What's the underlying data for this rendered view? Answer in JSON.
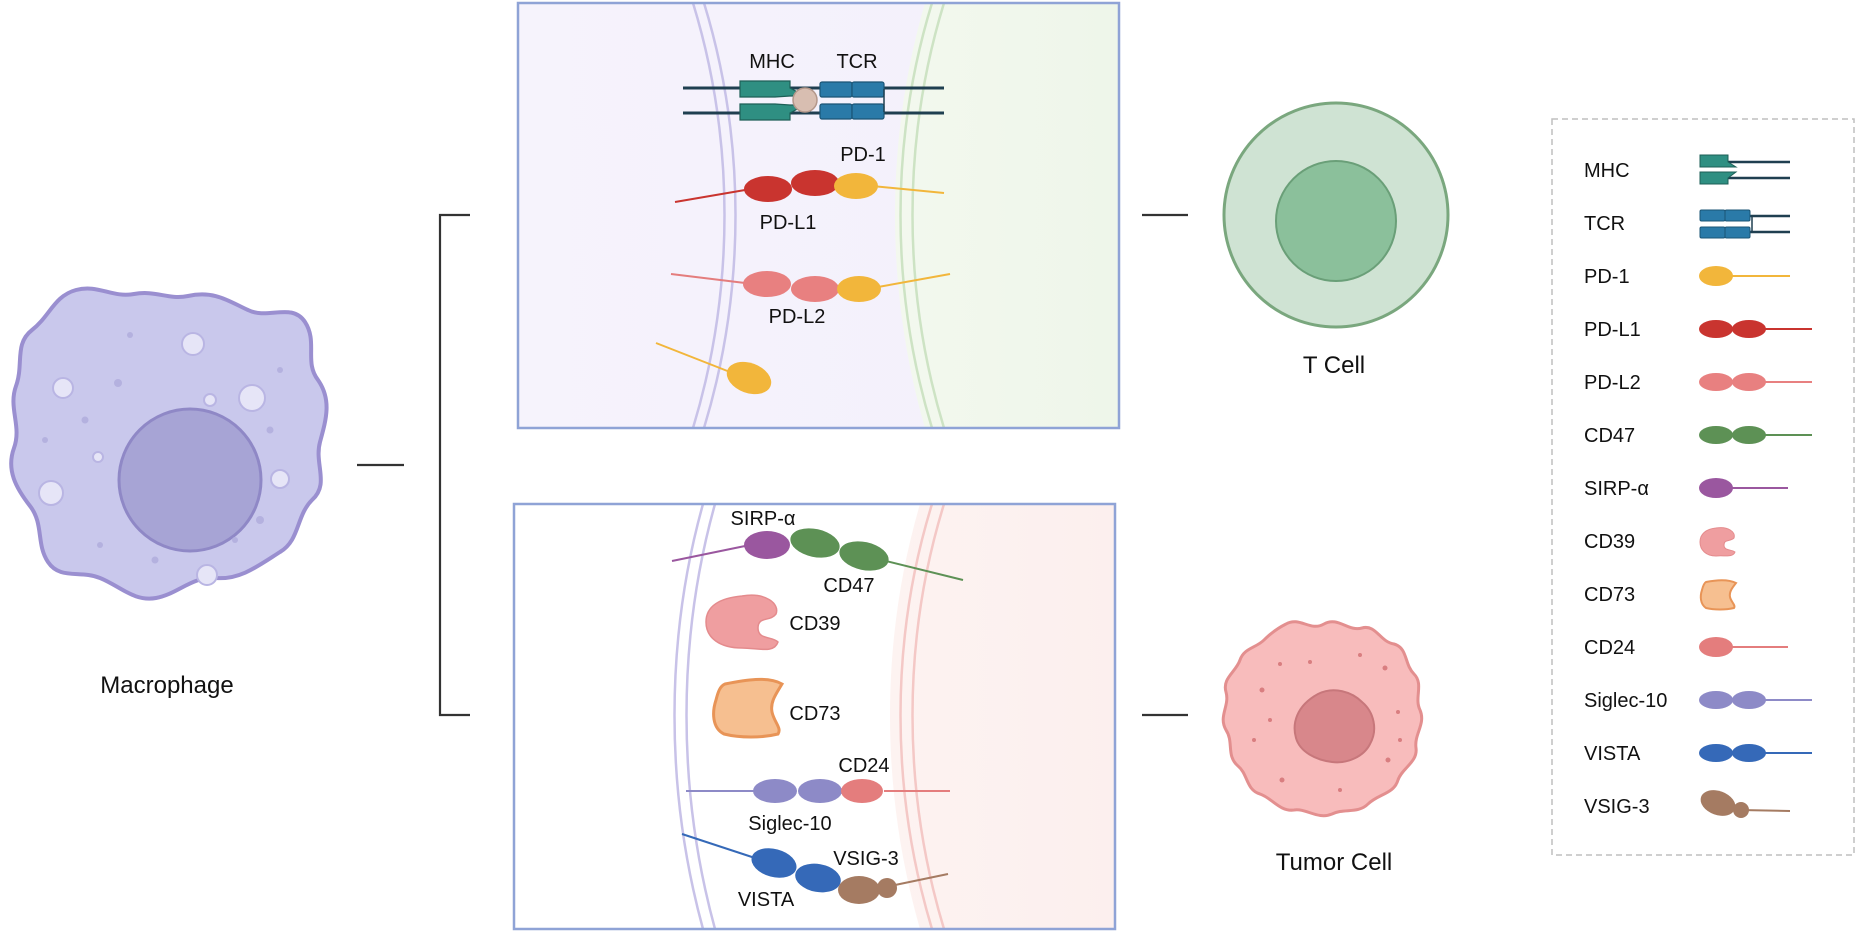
{
  "cells": {
    "macrophage": "Macrophage",
    "t_cell": "T Cell",
    "tumor_cell": "Tumor Cell"
  },
  "top_panel": {
    "mhc": "MHC",
    "tcr": "TCR",
    "pd1": "PD-1",
    "pdl1": "PD-L1",
    "pdl2": "PD-L2"
  },
  "bottom_panel": {
    "sirpa": "SIRP-α",
    "cd47": "CD47",
    "cd39": "CD39",
    "cd73": "CD73",
    "cd24": "CD24",
    "siglec10": "Siglec-10",
    "vsig3": "VSIG-3",
    "vista": "VISTA"
  },
  "legend": {
    "items": [
      {
        "label": "MHC",
        "icon": "mhc-icon",
        "color": "#2f8f82"
      },
      {
        "label": "TCR",
        "icon": "tcr-icon",
        "color": "#2a7aa8"
      },
      {
        "label": "PD-1",
        "icon": "pd-1-icon",
        "color": "#f2b63b"
      },
      {
        "label": "PD-L1",
        "icon": "pd-l1-icon",
        "color": "#c9342f"
      },
      {
        "label": "PD-L2",
        "icon": "pd-l2-icon",
        "color": "#e88080"
      },
      {
        "label": "CD47",
        "icon": "cd47-icon",
        "color": "#5d9155"
      },
      {
        "label": "SIRP-α",
        "icon": "sirp-alpha-icon",
        "color": "#9a579f"
      },
      {
        "label": "CD39",
        "icon": "cd39-icon",
        "color": "#ef9ea0"
      },
      {
        "label": "CD73",
        "icon": "cd73-icon",
        "color": "#f6bf90"
      },
      {
        "label": "CD24",
        "icon": "cd24-icon",
        "color": "#e47d7d"
      },
      {
        "label": "Siglec-10",
        "icon": "siglec-10-icon",
        "color": "#8d8ac7"
      },
      {
        "label": "VISTA",
        "icon": "vista-icon",
        "color": "#3569b8"
      },
      {
        "label": "VSIG-3",
        "icon": "vsig-3-icon",
        "color": "#a57b62"
      }
    ]
  }
}
